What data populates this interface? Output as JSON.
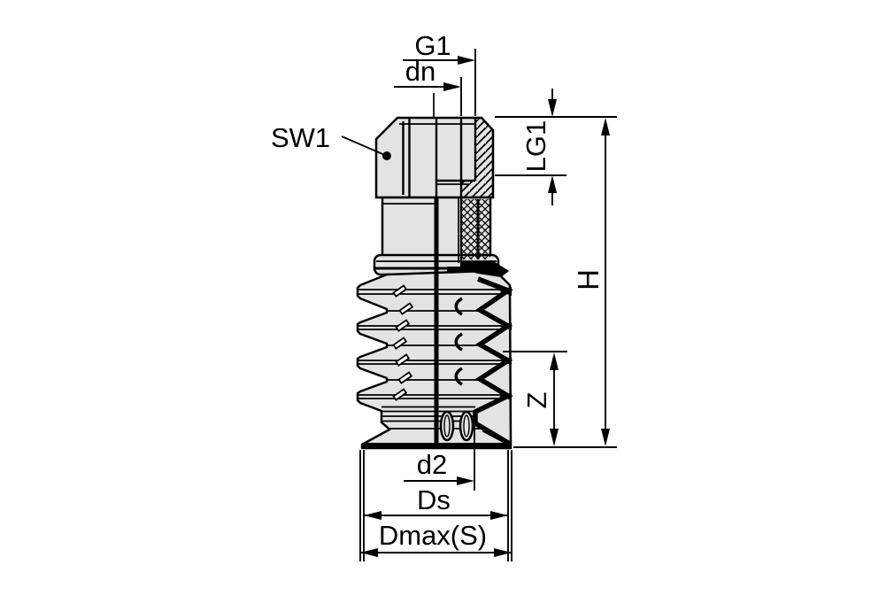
{
  "diagram": {
    "colors": {
      "background": "#ffffff",
      "line": "#000000",
      "part_fill": "#e3e3e3"
    },
    "labels": {
      "g1": "G1",
      "dn": "dn",
      "sw1": "SW1",
      "lg1": "LG1",
      "h": "H",
      "z": "Z",
      "d2": "d2",
      "ds": "Ds",
      "dmax": "Dmax(S)"
    }
  }
}
